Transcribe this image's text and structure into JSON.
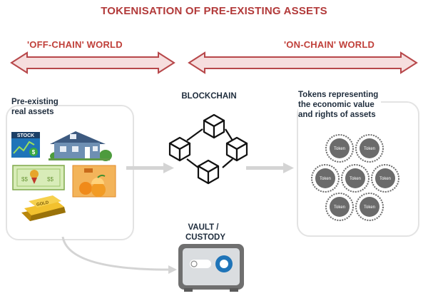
{
  "title": "TOKENISATION OF PRE-EXISTING ASSETS",
  "off_chain_label": "'OFF-CHAIN' WORLD",
  "on_chain_label": "'ON-CHAIN' WORLD",
  "assets_heading": [
    "Pre-existing",
    "real assets"
  ],
  "asset_icons": {
    "stock_label": "STOCK",
    "gold_label": "GOLD"
  },
  "blockchain_label": "BLOCKCHAIN",
  "tokens_heading": [
    "Tokens representing",
    "the economic value",
    "and rights of assets"
  ],
  "token_label": "Token",
  "vault_label": [
    "VAULT /",
    "CUSTODY"
  ],
  "colors": {
    "title": "#b23a3a",
    "arrow_fill": "#f6dede",
    "arrow_stroke": "#b7474a",
    "connector_arrow": "#d4d4d4",
    "token_coin": "#6b6b6b"
  }
}
